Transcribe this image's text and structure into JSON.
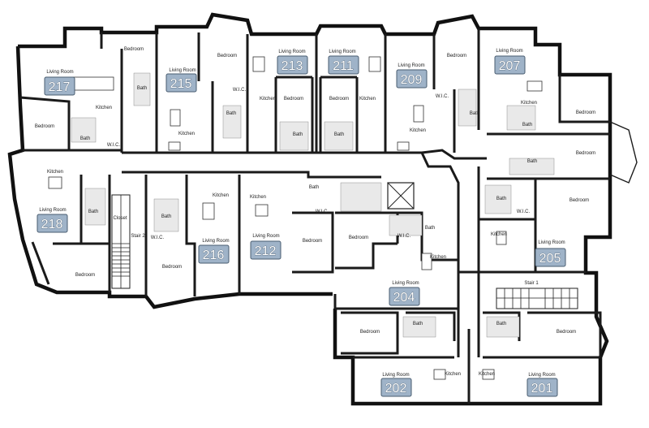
{
  "units": {
    "u201": "201",
    "u202": "202",
    "u204": "204",
    "u205": "205",
    "u207": "207",
    "u209": "209",
    "u211": "211",
    "u212": "212",
    "u213": "213",
    "u215": "215",
    "u216": "216",
    "u217": "217",
    "u218": "218"
  },
  "rooms": {
    "living_room": "Living Room",
    "bedroom": "Bedroom",
    "kitchen": "Kitchen",
    "bath": "Bath",
    "wic": "W.I.C.",
    "closet": "Closet",
    "stair_1": "Stair 1",
    "stair_2": "Stair 2"
  },
  "colors": {
    "badge_fill": "#9fb3c8",
    "badge_stroke": "#4a5d70",
    "wall": "#1a1a1a",
    "tile": "#e9e9e9"
  }
}
